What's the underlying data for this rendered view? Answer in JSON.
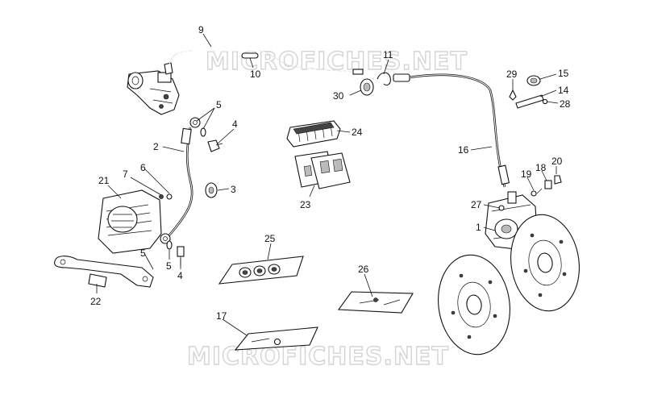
{
  "watermark": "MICROFICHES.NET",
  "labels": [
    {
      "id": "l9",
      "text": "9"
    },
    {
      "id": "l10",
      "text": "10"
    },
    {
      "id": "l11",
      "text": "11"
    },
    {
      "id": "l30",
      "text": "30"
    },
    {
      "id": "l5a",
      "text": "5"
    },
    {
      "id": "l4a",
      "text": "4"
    },
    {
      "id": "l2",
      "text": "2"
    },
    {
      "id": "l24",
      "text": "24"
    },
    {
      "id": "l29",
      "text": "29"
    },
    {
      "id": "l15",
      "text": "15"
    },
    {
      "id": "l14",
      "text": "14"
    },
    {
      "id": "l28",
      "text": "28"
    },
    {
      "id": "l16",
      "text": "16"
    },
    {
      "id": "l21",
      "text": "21"
    },
    {
      "id": "l7",
      "text": "7"
    },
    {
      "id": "l6",
      "text": "6"
    },
    {
      "id": "l3",
      "text": "3"
    },
    {
      "id": "l23",
      "text": "23"
    },
    {
      "id": "l20",
      "text": "20"
    },
    {
      "id": "l18",
      "text": "18"
    },
    {
      "id": "l19",
      "text": "19"
    },
    {
      "id": "l27",
      "text": "27"
    },
    {
      "id": "l1",
      "text": "1"
    },
    {
      "id": "l25",
      "text": "25"
    },
    {
      "id": "l5b",
      "text": "5"
    },
    {
      "id": "l5c",
      "text": "5"
    },
    {
      "id": "l4b",
      "text": "4"
    },
    {
      "id": "l22",
      "text": "22"
    },
    {
      "id": "l26",
      "text": "26"
    },
    {
      "id": "l17",
      "text": "17"
    }
  ]
}
